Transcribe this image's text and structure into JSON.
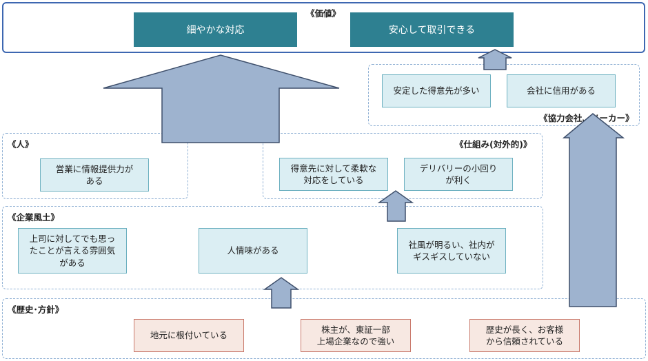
{
  "value": {
    "title": "《価値》",
    "items": [
      "細やかな対応",
      "安心して取引できる"
    ]
  },
  "partners": {
    "title": "《協力会社、メーカー》",
    "items": [
      "安定した得意先が多い",
      "会社に信用がある"
    ]
  },
  "people": {
    "title": "《人》",
    "items": [
      "営業に情報提供力が\nある"
    ]
  },
  "system": {
    "title": "《仕組み(対外的)》",
    "items": [
      "得意先に対して柔軟な\n対応をしている",
      "デリバリーの小回り\nが利く"
    ]
  },
  "culture": {
    "title": "《企業風土》",
    "items": [
      "上司に対してでも思っ\nたことが言える雰囲気\nがある",
      "人情味がある",
      "社風が明るい、社内が\nギスギスしていない"
    ]
  },
  "history": {
    "title": "《歴史･方針》",
    "items": [
      "地元に根付いている",
      "株主が、東証一部\n上場企業なので強い",
      "歴史が長く、お客様\nから信頼されている"
    ]
  },
  "colors": {
    "value_box": "#2e8091",
    "arrow_fill": "#9eb3cf",
    "arrow_stroke": "#3e4f6b",
    "frame": "#3d67b1"
  }
}
